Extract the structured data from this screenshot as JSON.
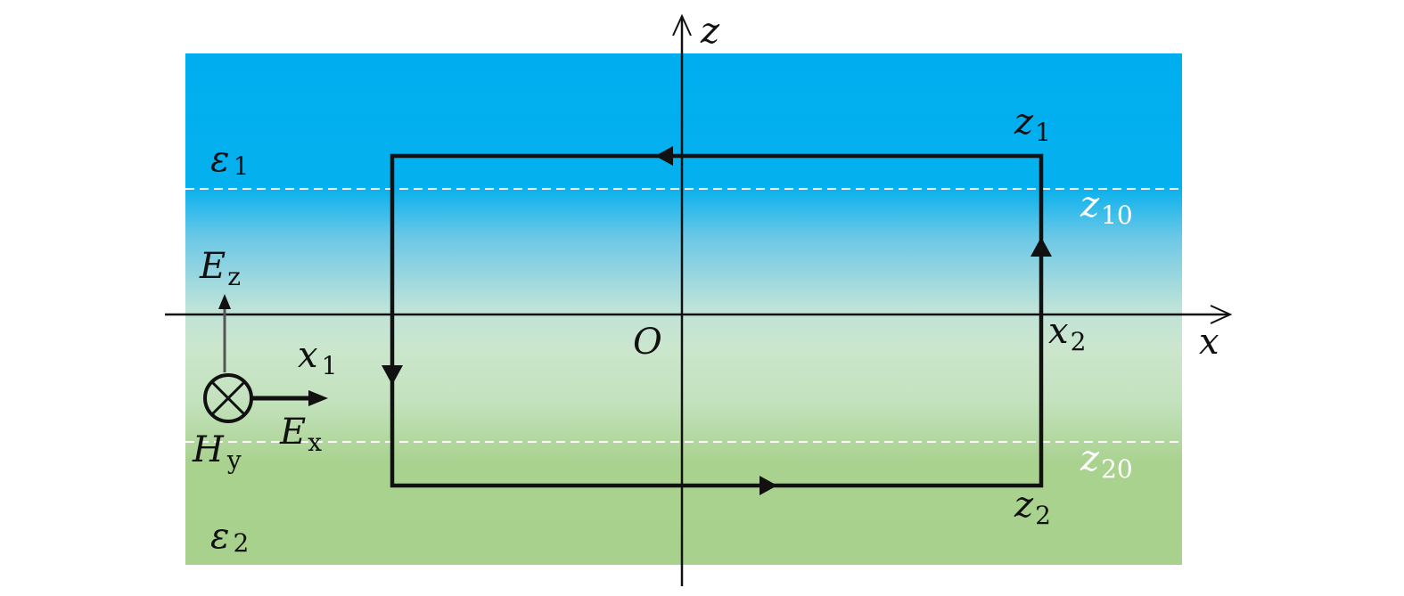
{
  "labels": {
    "z_axis": "z",
    "x_axis": "x",
    "origin": "O",
    "eps1": "ε",
    "eps1_sub": "1",
    "eps2": "ε",
    "eps2_sub": "2",
    "z1": "z",
    "z1_sub": "1",
    "z2": "z",
    "z2_sub": "2",
    "z10": "z",
    "z10_sub": "10",
    "z20": "z",
    "z20_sub": "20",
    "x1": "x",
    "x1_sub": "1",
    "x2": "x",
    "x2_sub": "2",
    "Ez": "E",
    "Ez_sub": "z",
    "Ex": "E",
    "Ex_sub": "x",
    "Hy": "H",
    "Hy_sub": "y"
  },
  "colors": {
    "medium1": "#00aeef",
    "transition": "#cbe6cc",
    "medium2": "#a8d18d"
  }
}
